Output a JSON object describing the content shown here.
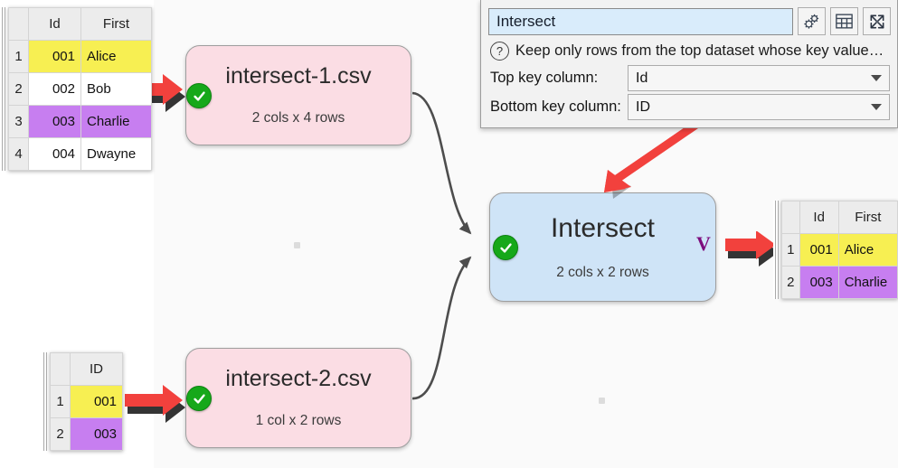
{
  "panel": {
    "name_value": "Intersect",
    "toolbar": [
      {
        "name": "gears-icon",
        "label": "Settings"
      },
      {
        "name": "table-icon",
        "label": "Table view"
      },
      {
        "name": "expand-icon",
        "label": "Maximize"
      }
    ],
    "help_icon": "?",
    "help_text": "Keep only rows from the top dataset whose key value…",
    "fields": [
      {
        "label": "Top key column:",
        "value": "Id"
      },
      {
        "label": "Bottom key column:",
        "value": "ID"
      }
    ]
  },
  "nodes": [
    {
      "id": "src1",
      "title": "intersect-1.csv",
      "subtitle": "2 cols x 4 rows",
      "status": "ok"
    },
    {
      "id": "src2",
      "title": "intersect-2.csv",
      "subtitle": "1 col x 2 rows",
      "status": "ok"
    },
    {
      "id": "intersect",
      "title": "Intersect",
      "subtitle": "2 cols x 2 rows",
      "status": "ok",
      "badge": "V"
    }
  ],
  "tables": {
    "input_top": {
      "columns": [
        "Id",
        "First"
      ],
      "rows": [
        {
          "n": "1",
          "Id": "001",
          "First": "Alice",
          "hl": "yellow"
        },
        {
          "n": "2",
          "Id": "002",
          "First": "Bob",
          "hl": "none"
        },
        {
          "n": "3",
          "Id": "003",
          "First": "Charlie",
          "hl": "purple"
        },
        {
          "n": "4",
          "Id": "004",
          "First": "Dwayne",
          "hl": "none"
        }
      ]
    },
    "input_bottom": {
      "columns": [
        "ID"
      ],
      "rows": [
        {
          "n": "1",
          "ID": "001",
          "hl": "yellow"
        },
        {
          "n": "2",
          "ID": "003",
          "hl": "purple"
        }
      ]
    },
    "output": {
      "columns": [
        "Id",
        "First"
      ],
      "rows": [
        {
          "n": "1",
          "Id": "001",
          "First": "Alice",
          "hl": "yellow"
        },
        {
          "n": "2",
          "Id": "003",
          "First": "Charlie",
          "hl": "purple"
        }
      ]
    }
  },
  "colors": {
    "source_node": "#fbdde4",
    "transform_node": "#cfe4f7",
    "status_ok": "#16a81a",
    "annotation_arrow": "#f2413d",
    "highlight_yellow": "#f7ef52",
    "highlight_purple": "#c77ef0",
    "input_field": "#d9ecfb"
  }
}
